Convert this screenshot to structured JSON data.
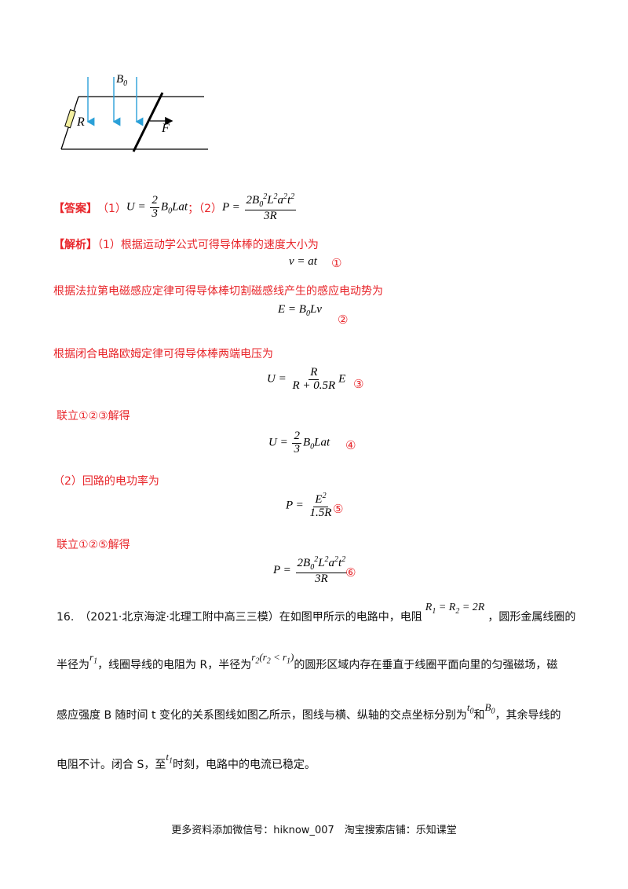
{
  "figure": {
    "label_B0": "B",
    "label_B0_sub": "0",
    "label_R": "R",
    "label_F": "F"
  },
  "answer": {
    "tag": "【答案】",
    "part1": "（1）",
    "part2": "；（2）"
  },
  "analysis": {
    "tag": "【解析】",
    "line1": "（1）根据运动学公式可得导体棒的速度大小为",
    "line2": "根据法拉第电磁感应定律可得导体棒切割磁感线产生的感应电动势为",
    "line3": "根据闭合电路欧姆定律可得导体棒两端电压为",
    "line4": "联立①②③解得",
    "line5": "（2）回路的电功率为",
    "line6": "联立①②⑤解得"
  },
  "markers": [
    "①",
    "②",
    "③",
    "④",
    "⑤",
    "⑥"
  ],
  "problem16": {
    "line1_a": "16.　（2021·北京海淀·北理工附中高三三模）在如图甲所示的电路中，电阻",
    "line1_b": "，圆形金属线圈的",
    "line2_a": "半径为",
    "line2_b": "，线圈导线的电阻为 R，半径为",
    "line2_c": "的圆形区域内存在垂直于线圈平面向里的匀强磁场，磁",
    "line3_a": "感应强度 B 随时间 t 变化的关系图线如图乙所示，图线与横、纵轴的交点坐标分别为",
    "line3_b": "和",
    "line3_c": "，其余导线的",
    "line4_a": "电阻不计。闭合 S，至",
    "line4_b": "时刻，电路中的电流已稳定。"
  },
  "footer": {
    "text": "更多资料添加微信号：hiknow_007　淘宝搜索店铺：乐知课堂"
  }
}
